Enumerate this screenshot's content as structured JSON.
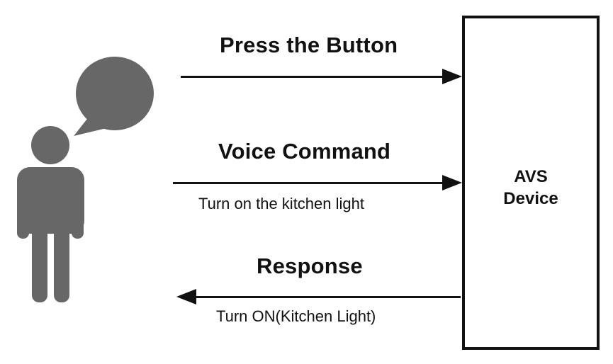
{
  "diagram": {
    "colors": {
      "line": "#111111",
      "figure": "#676767",
      "background": "#ffffff"
    },
    "icons": {
      "person": "person-icon",
      "speech_bubble": "speech-bubble-icon"
    },
    "flows": {
      "press": {
        "title": "Press the Button"
      },
      "voice": {
        "title": "Voice Command",
        "detail": "Turn on the kitchen light"
      },
      "response": {
        "title": "Response",
        "detail": "Turn ON(Kitchen Light)"
      }
    },
    "device": {
      "line1": "AVS",
      "line2": "Device"
    }
  }
}
